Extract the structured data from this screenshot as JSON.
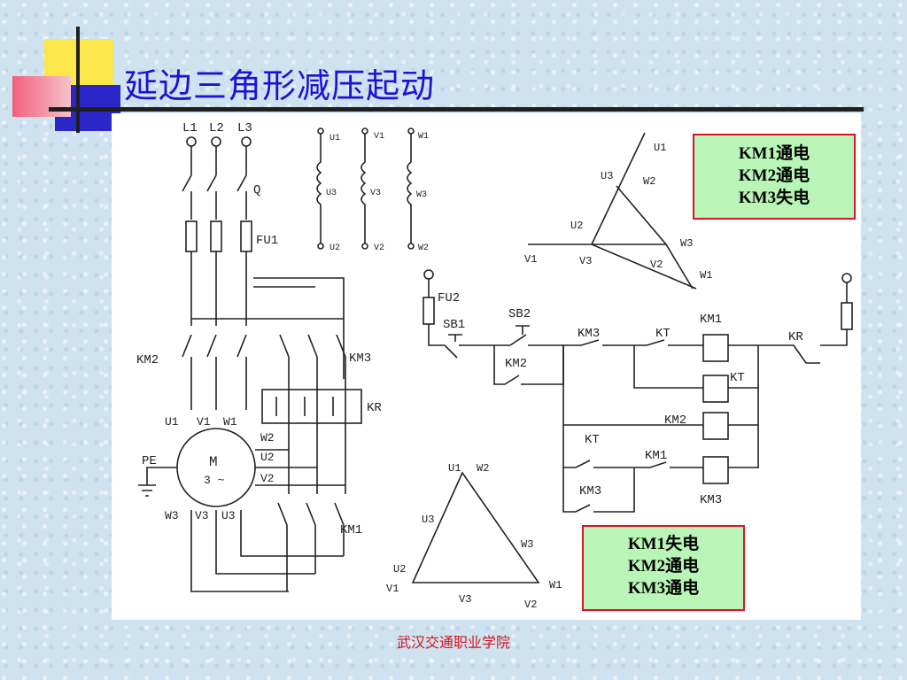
{
  "title": "延边三角形减压起动",
  "footer": "武汉交通职业学院",
  "colors": {
    "title": "#1a12d8",
    "box_fill": "#b8f5b6",
    "box_border": "#d8152b",
    "footer": "#d1151b"
  },
  "status_star": [
    "KM1通电",
    "KM2通电",
    "KM3失电"
  ],
  "status_delta": [
    "KM1失电",
    "KM2通电",
    "KM3通电"
  ],
  "labels": {
    "l1": "L1",
    "l2": "L2",
    "l3": "L3",
    "q": "Q",
    "fu1": "FU1",
    "fu2": "FU2",
    "km1": "KM1",
    "km2": "KM2",
    "km3": "KM3",
    "kr": "KR",
    "kt": "KT",
    "sb1": "SB1",
    "sb2": "SB2",
    "pe": "PE",
    "motor_m": "M",
    "motor_phase": "3 ~",
    "u1": "U1",
    "v1": "V1",
    "w1": "W1",
    "u2": "U2",
    "v2": "V2",
    "w2": "W2",
    "u3": "U3",
    "v3": "V3",
    "w3": "W3"
  }
}
